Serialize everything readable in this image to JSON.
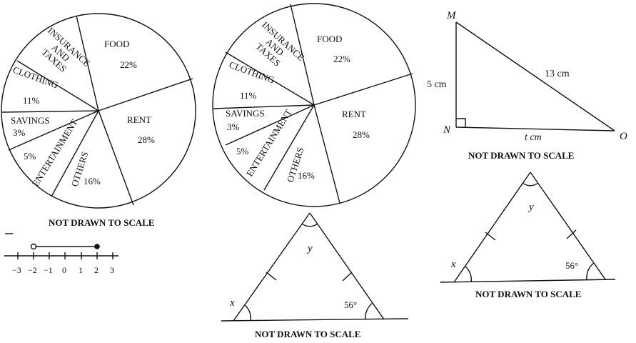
{
  "pie_chart": {
    "categories": [
      "FOOD",
      "RENT",
      "OTHERS",
      "ENTERTAINMENT",
      "SAVINGS",
      "CLOTHING",
      "INSURANCE AND TAXES"
    ],
    "food": {
      "label": "FOOD",
      "pct": "22%",
      "value": 22
    },
    "rent": {
      "label": "RENT",
      "pct": "28%",
      "value": 28
    },
    "others": {
      "label": "OTHERS",
      "pct": "16%",
      "value": 16
    },
    "entertainment": {
      "label": "ENTERTAINMENT",
      "pct": "5%",
      "value": 5
    },
    "savings": {
      "label": "SAVINGS",
      "pct": "3%",
      "value": 3
    },
    "clothing": {
      "label": "CLOTHING",
      "pct": "11%",
      "value": 11
    },
    "insurance": {
      "line1": "INSURANCE",
      "line2": "AND",
      "line3": "TAXES"
    },
    "caption": "NOT DRAWN TO SCALE"
  },
  "number_line": {
    "ticks": [
      "−3",
      "−2",
      "−1",
      "0",
      "1",
      "2",
      "3"
    ],
    "open_point": -2,
    "closed_point": 2
  },
  "right_triangle": {
    "vertex_top": "M",
    "vertex_corner": "N",
    "vertex_right": "O",
    "side_vertical": "5 cm",
    "hypotenuse": "13 cm",
    "base": "t cm",
    "caption": "NOT DRAWN TO SCALE"
  },
  "isosceles_triangle": {
    "apex_label": "y",
    "left_label": "x",
    "angle_label": "56°",
    "caption": "NOT DRAWN TO SCALE"
  }
}
